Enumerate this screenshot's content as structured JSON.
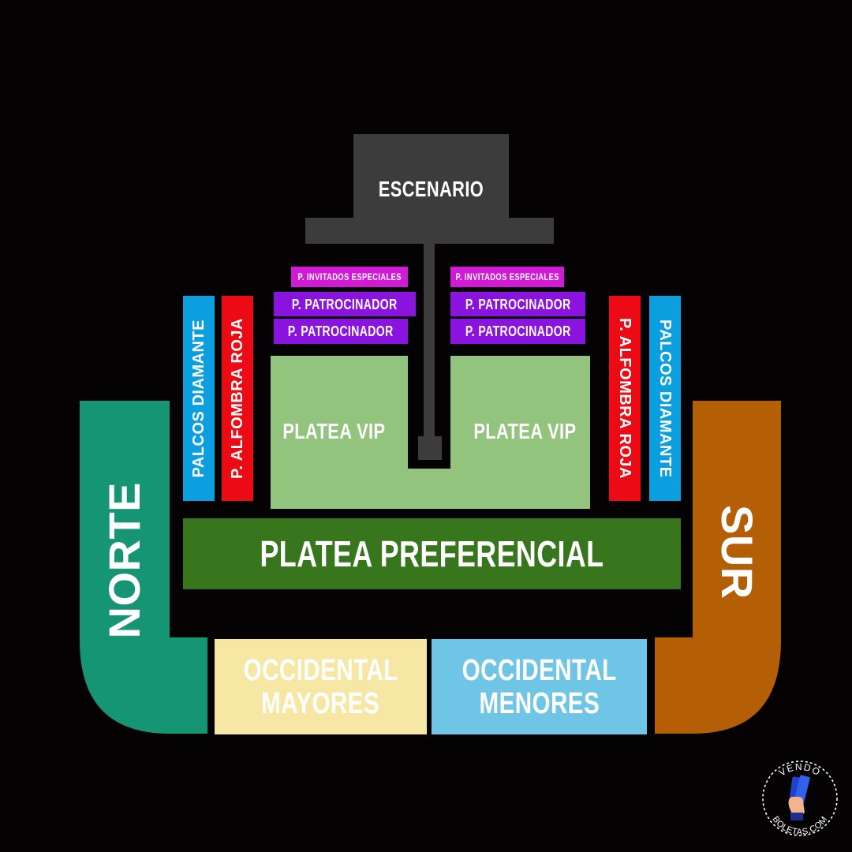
{
  "venue": {
    "sections": {
      "escenario": {
        "label": "ESCENARIO",
        "color": "#3c3c3c"
      },
      "invitados_left": {
        "label": "P. INVITADOS ESPECIALES",
        "color": "#d11ad6"
      },
      "invitados_right": {
        "label": "P. INVITADOS ESPECIALES",
        "color": "#d11ad6"
      },
      "patrocinador_left_1": {
        "label": "P. PATROCINADOR",
        "color": "#8a13e0"
      },
      "patrocinador_left_2": {
        "label": "P. PATROCINADOR",
        "color": "#8a13e0"
      },
      "patrocinador_right_1": {
        "label": "P. PATROCINADOR",
        "color": "#8a13e0"
      },
      "patrocinador_right_2": {
        "label": "P. PATROCINADOR",
        "color": "#8a13e0"
      },
      "palcos_diamante_left": {
        "label": "PALCOS DIAMANTE",
        "color": "#0b9fe0"
      },
      "alfombra_roja_left": {
        "label": "P. ALFOMBRA ROJA",
        "color": "#ec0b14"
      },
      "alfombra_roja_right": {
        "label": "P. ALFOMBRA ROJA",
        "color": "#ec0b14"
      },
      "palcos_diamante_right": {
        "label": "PALCOS DIAMANTE",
        "color": "#0b9fe0"
      },
      "platea_vip_left": {
        "label": "PLATEA VIP",
        "color": "#93c47d"
      },
      "platea_vip_right": {
        "label": "PLATEA VIP",
        "color": "#93c47d"
      },
      "platea_preferencial": {
        "label": "PLATEA PREFERENCIAL",
        "color": "#38761d"
      },
      "norte": {
        "label": "NORTE",
        "color": "#169574"
      },
      "sur": {
        "label": "SUR",
        "color": "#b45f06"
      },
      "occidental_mayores": {
        "label_line1": "OCCIDENTAL",
        "label_line2": "MAYORES",
        "color": "#f6e8a4"
      },
      "occidental_menores": {
        "label_line1": "OCCIDENTAL",
        "label_line2": "MENORES",
        "color": "#6fc5e6"
      }
    }
  },
  "logo": {
    "top_text": "VENDO",
    "bottom_text": "BOLETAS.COM"
  }
}
